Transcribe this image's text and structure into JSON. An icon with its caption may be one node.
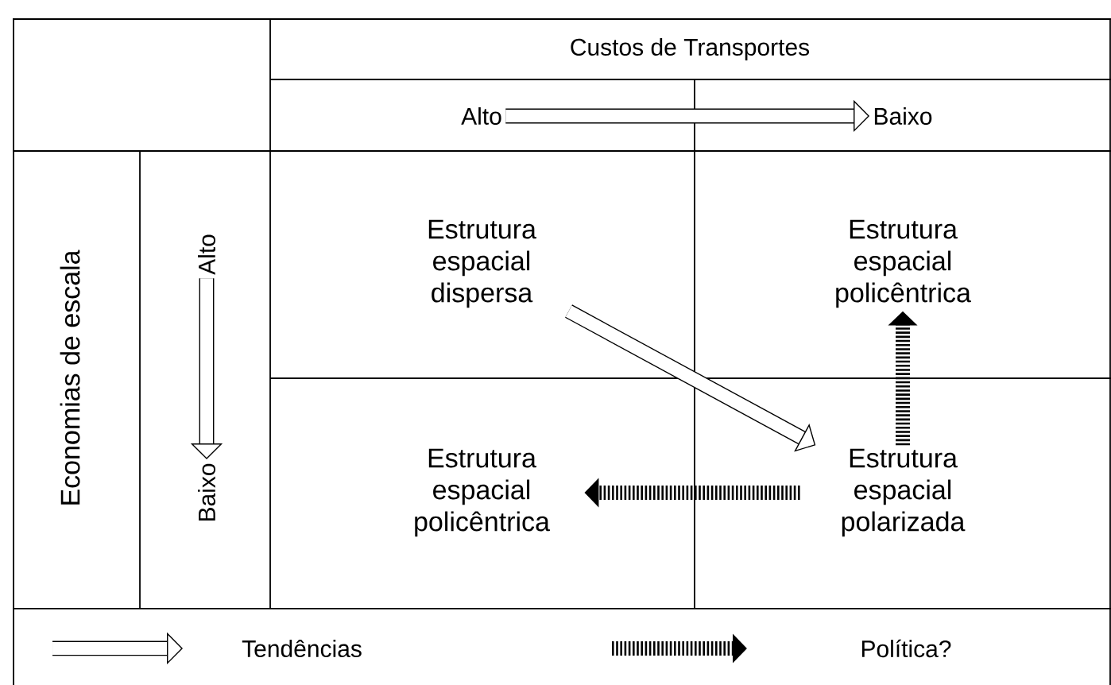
{
  "diagram": {
    "nodes": [
      {
        "text": [
          "Custos de Transportes"
        ]
      },
      {
        "text": [
          "Alto"
        ]
      },
      {
        "text": [
          "Baixo"
        ]
      },
      {
        "text": [
          "Economias de escala"
        ]
      },
      {
        "text": [
          "Alto"
        ]
      },
      {
        "text": [
          "Baixo"
        ]
      },
      {
        "text": [
          "Estrutura espacial dispersa"
        ]
      },
      {
        "text": [
          "Estrutura espacial policêntrica"
        ]
      },
      {
        "text": [
          "Estrutura espacial policêntrica"
        ]
      },
      {
        "text": [
          "Estrutura espacial polarizada"
        ]
      }
    ],
    "edges": [
      {
        "from": 1,
        "to": 2,
        "arrow": "to"
      },
      {
        "from": 4,
        "to": 5,
        "arrow": "to"
      },
      {
        "from": 6,
        "to": 9,
        "arrow": "to"
      },
      {
        "from": 9,
        "to": 7,
        "arrow": "to",
        "style": "dashed"
      },
      {
        "from": 9,
        "to": 8,
        "arrow": "to",
        "style": "dashed"
      }
    ],
    "legend": [
      {
        "text": "Tendências"
      },
      {
        "text": "Política?"
      }
    ]
  }
}
